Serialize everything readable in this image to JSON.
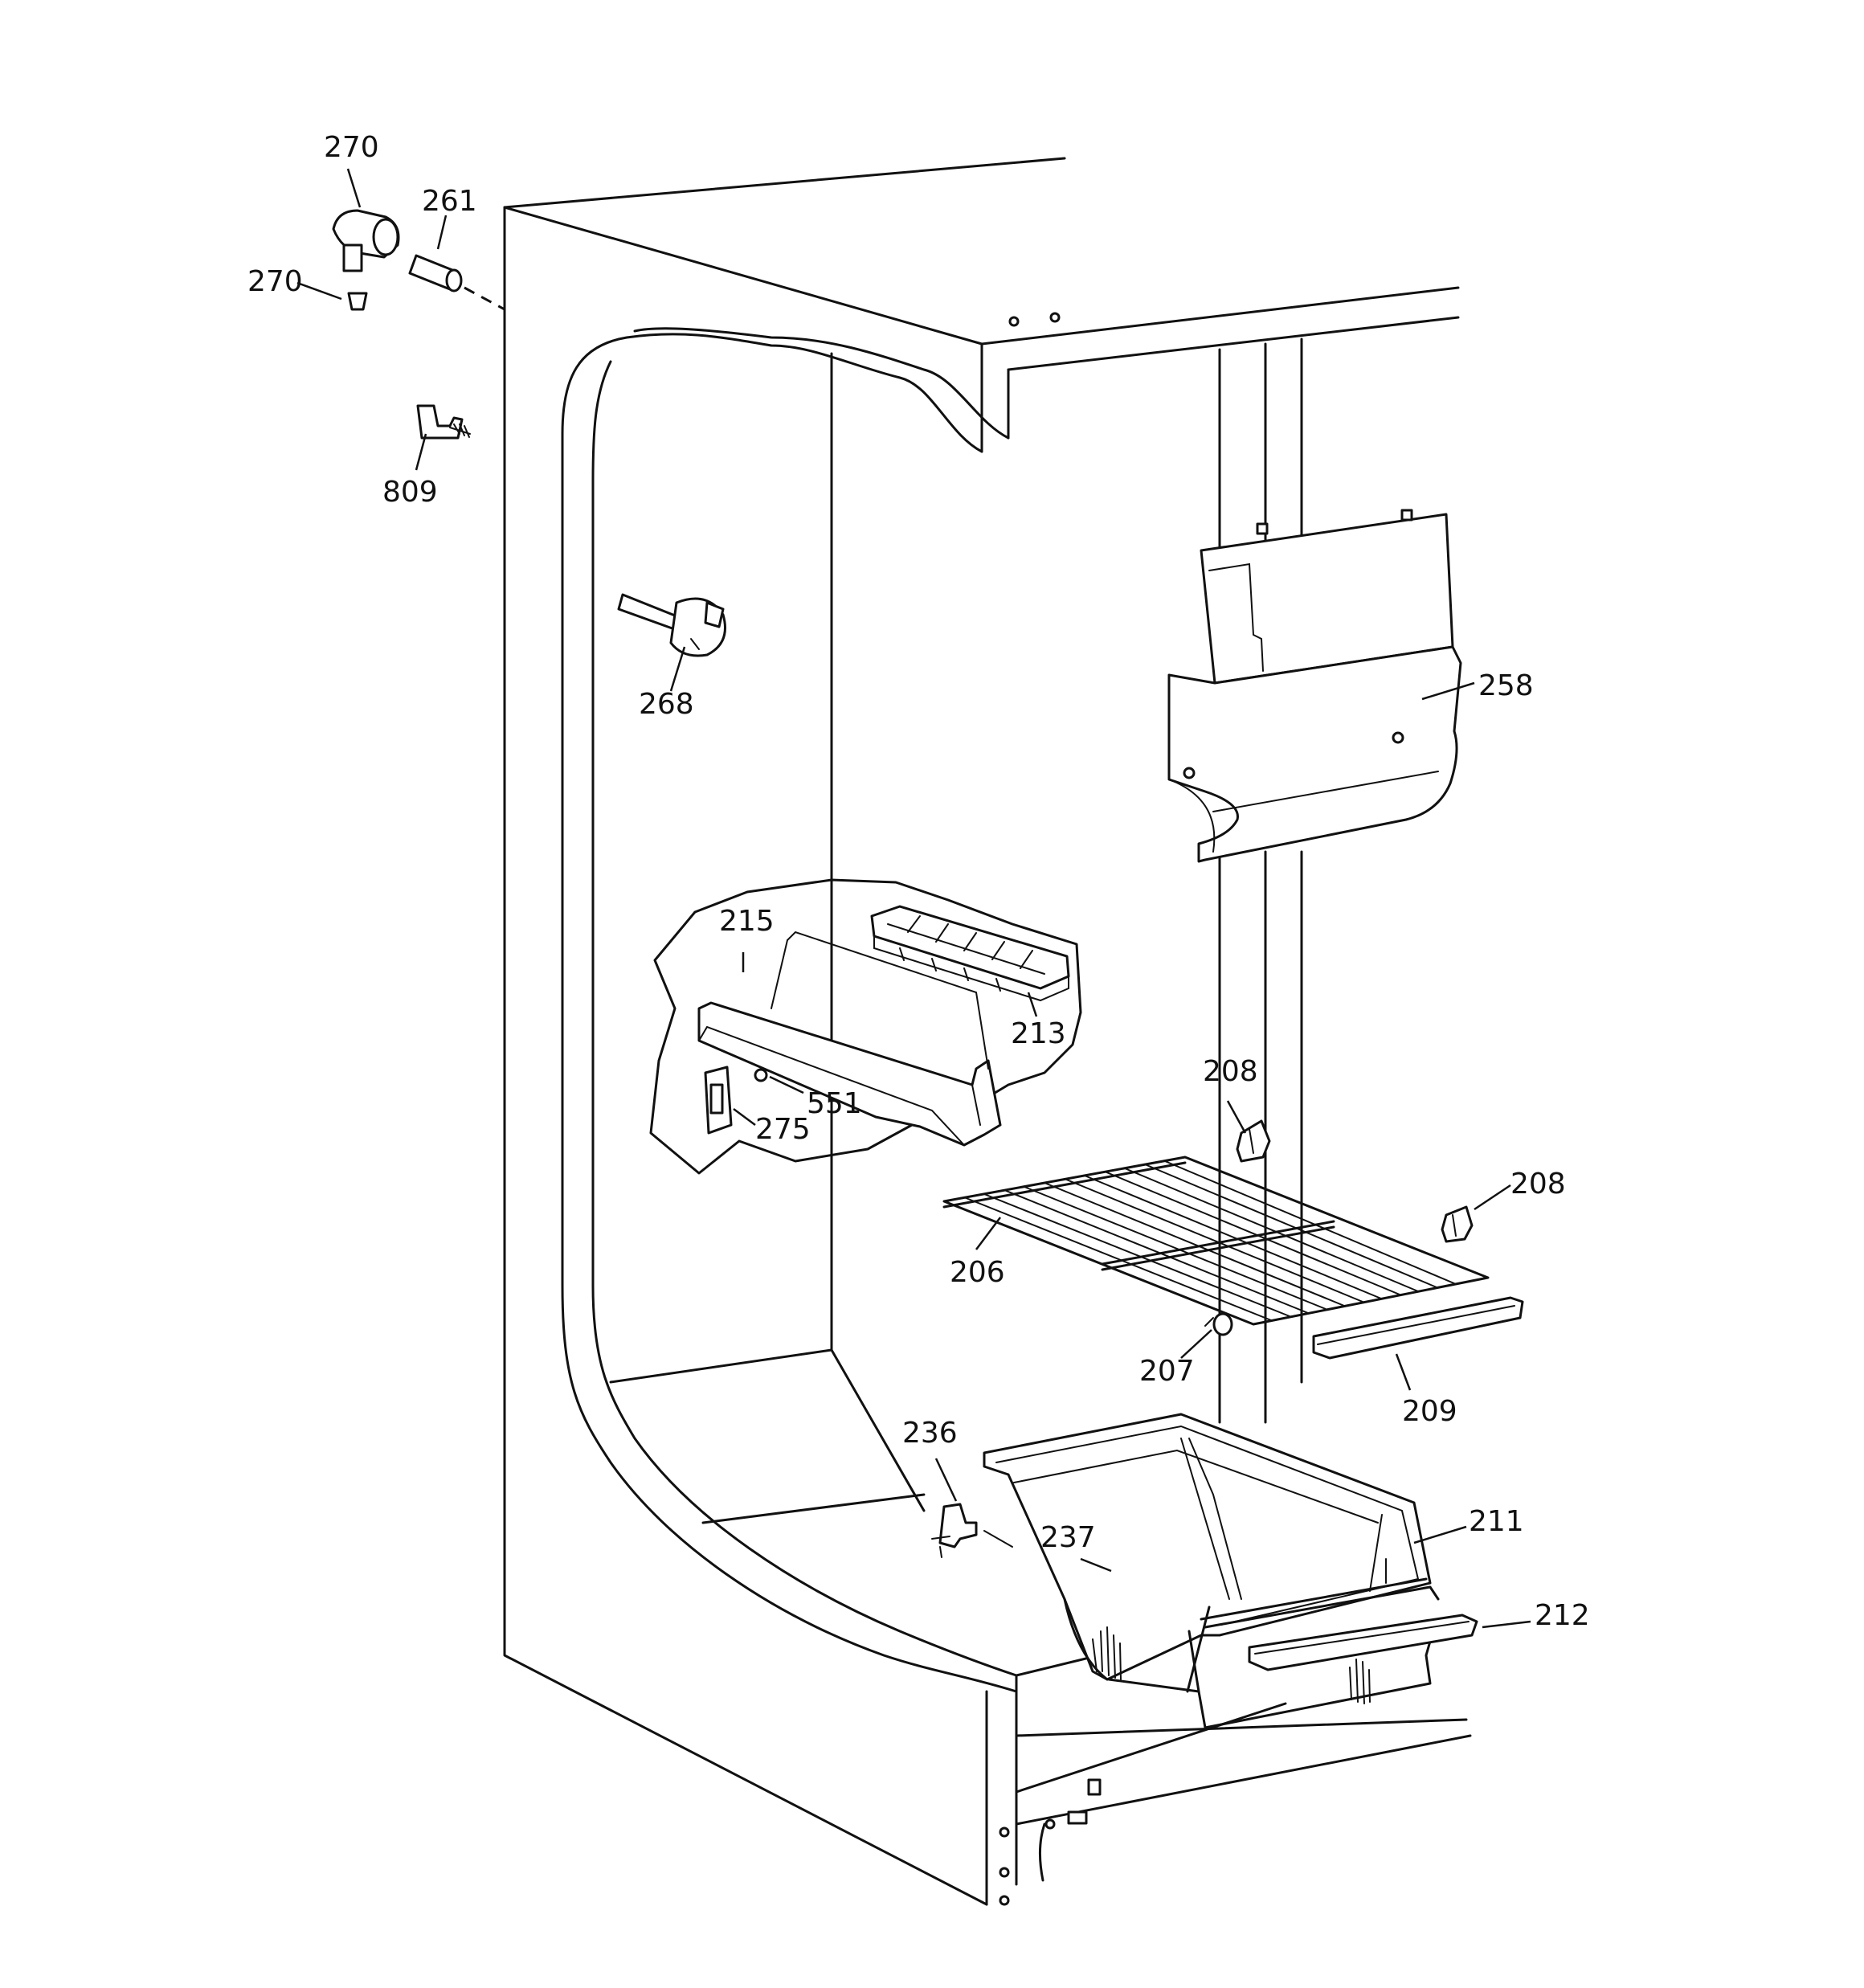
{
  "callouts": {
    "c270a": "270",
    "c261": "261",
    "c270b": "270",
    "c809": "809",
    "c268": "268",
    "c258": "258",
    "c215": "215",
    "c213": "213",
    "c551": "551",
    "c275": "275",
    "c208a": "208",
    "c208b": "208",
    "c206": "206",
    "c207": "207",
    "c209": "209",
    "c236": "236",
    "c211": "211",
    "c237": "237",
    "c212": "212"
  }
}
